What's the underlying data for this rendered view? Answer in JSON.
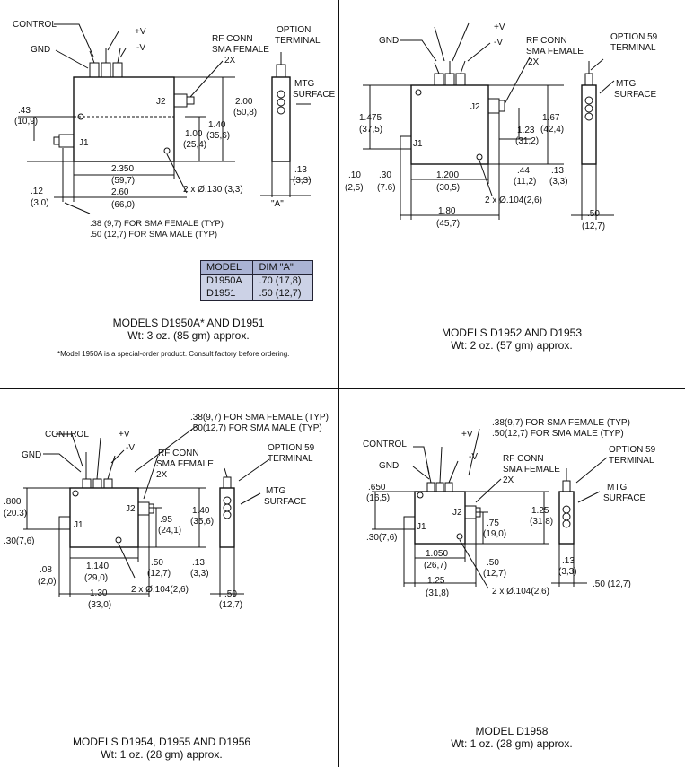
{
  "q1": {
    "labels": {
      "control": "CONTROL",
      "v_plus": "+V",
      "v_minus": "-V",
      "gnd": "GND",
      "rf_conn": "RF CONN",
      "sma_female": "SMA FEMALE",
      "qty": "2X",
      "option": "OPTION",
      "terminal": "TERMINAL",
      "mtg": "MTG",
      "surface": "SURFACE",
      "j1": "J1",
      "j2": "J2",
      "d043": ".43",
      "d043mm": "(10,9)",
      "d200": "2.00",
      "d200mm": "(50,8)",
      "d140": "1.40",
      "d140mm": "(35,6)",
      "d100": "1.00",
      "d100mm": "(25,4)",
      "d2350": "2.350",
      "d2350mm": "(59,7)",
      "d012": ".12",
      "d012mm": "(3,0)",
      "d260": "2.60",
      "d260mm": "(66,0)",
      "hole": "2 x Ø.130 (3,3)",
      "d013": ".13",
      "d013mm": "(3,3)",
      "dim_a": "\"A\"",
      "sma_female_typ": ".38 (9,7) FOR SMA FEMALE (TYP)",
      "sma_male_typ": ".50 (12,7) FOR SMA MALE  (TYP)"
    },
    "table": {
      "headers": [
        "MODEL",
        "DIM \"A\""
      ],
      "rows": [
        [
          "D1950A",
          ".70 (17,8)"
        ],
        [
          "D1951",
          ".50 (12,7)"
        ]
      ]
    },
    "caption_line1": "MODELS D1950A* AND D1951",
    "caption_line2": "Wt: 3 oz. (85 gm) approx.",
    "footnote": "*Model 1950A is a special-order product. Consult factory before ordering."
  },
  "q2": {
    "labels": {
      "v_plus": "+V",
      "v_minus": "-V",
      "gnd": "GND",
      "rf_conn": "RF CONN",
      "sma_female": "SMA FEMALE",
      "qty": "2X",
      "option": "OPTION 59",
      "terminal": "TERMINAL",
      "mtg": "MTG",
      "surface": "SURFACE",
      "j1": "J1",
      "j2": "J2",
      "d1475": "1.475",
      "d1475mm": "(37,5)",
      "d123": "1.23",
      "d123mm": "(31,2)",
      "d167": "1.67",
      "d167mm": "(42,4)",
      "d010": ".10",
      "d010mm": "(2,5)",
      "d030": ".30",
      "d030mm": "(7.6)",
      "d1200": "1.200",
      "d1200mm": "(30,5)",
      "d044": ".44",
      "d044mm": "(11,2)",
      "d013": ".13",
      "d013mm": "(3,3)",
      "hole": "2 x Ø.104(2,6)",
      "d180": "1.80",
      "d180mm": "(45,7)",
      "d050": ".50",
      "d050mm": "(12,7)"
    },
    "caption_line1": "MODELS D1952 AND D1953",
    "caption_line2": "Wt: 2 oz. (57 gm) approx."
  },
  "q3": {
    "labels": {
      "sma_female_typ": ".38(9,7) FOR SMA FEMALE (TYP)",
      "sma_male_typ": ".50(12,7) FOR SMA MALE   (TYP)",
      "control": "CONTROL",
      "v_plus": "+V",
      "v_minus": "-V",
      "gnd": "GND",
      "rf_conn": "RF CONN",
      "sma_female": "SMA FEMALE",
      "qty": "2X",
      "option": "OPTION 59",
      "terminal": "TERMINAL",
      "mtg": "MTG",
      "surface": "SURFACE",
      "j1": "J1",
      "j2": "J2",
      "d800": ".800",
      "d800mm": "(20.3)",
      "d030": ".30(7,6)",
      "d095": ".95",
      "d095mm": "(24,1)",
      "d140": "1.40",
      "d140mm": "(35,6)",
      "d008": ".08",
      "d008mm": "(2,0)",
      "d1140": "1.140",
      "d1140mm": "(29,0)",
      "d050": ".50",
      "d050mm": "(12,7)",
      "d013": ".13",
      "d013mm": "(3,3)",
      "hole": "2 x Ø.104(2,6)",
      "d130": "1.30",
      "d130mm": "(33,0)",
      "d050b": ".50",
      "d050bmm": "(12,7)"
    },
    "caption_line1": "MODELS D1954, D1955 AND D1956",
    "caption_line2": "Wt: 1 oz. (28 gm) approx."
  },
  "q4": {
    "labels": {
      "sma_female_typ": ".38(9,7) FOR SMA FEMALE (TYP)",
      "sma_male_typ": ".50(12,7) FOR SMA MALE  (TYP)",
      "control": "CONTROL",
      "v_plus": "+V",
      "v_minus": "-V",
      "gnd": "GND",
      "rf_conn": "RF CONN",
      "sma_female": "SMA FEMALE",
      "qty": "2X",
      "option": "OPTION 59",
      "terminal": "TERMINAL",
      "mtg": "MTG",
      "surface": "SURFACE",
      "j1": "J1",
      "j2": "J2",
      "d650": ".650",
      "d650mm": "(16,5)",
      "d030": ".30(7,6)",
      "d075": ".75",
      "d075mm": "(19,0)",
      "d125v": "1.25",
      "d125vmm": "(31,8)",
      "d1050": "1.050",
      "d1050mm": "(26,7)",
      "d050": ".50",
      "d050mm": "(12,7)",
      "d013": ".13",
      "d013mm": "(3,3)",
      "d125": "1.25",
      "d125mm": "(31,8)",
      "hole": "2 x Ø.104(2,6)",
      "d050b": ".50 (12,7)"
    },
    "caption_line1": "MODEL D1958",
    "caption_line2": "Wt: 1 oz. (28 gm) approx."
  }
}
